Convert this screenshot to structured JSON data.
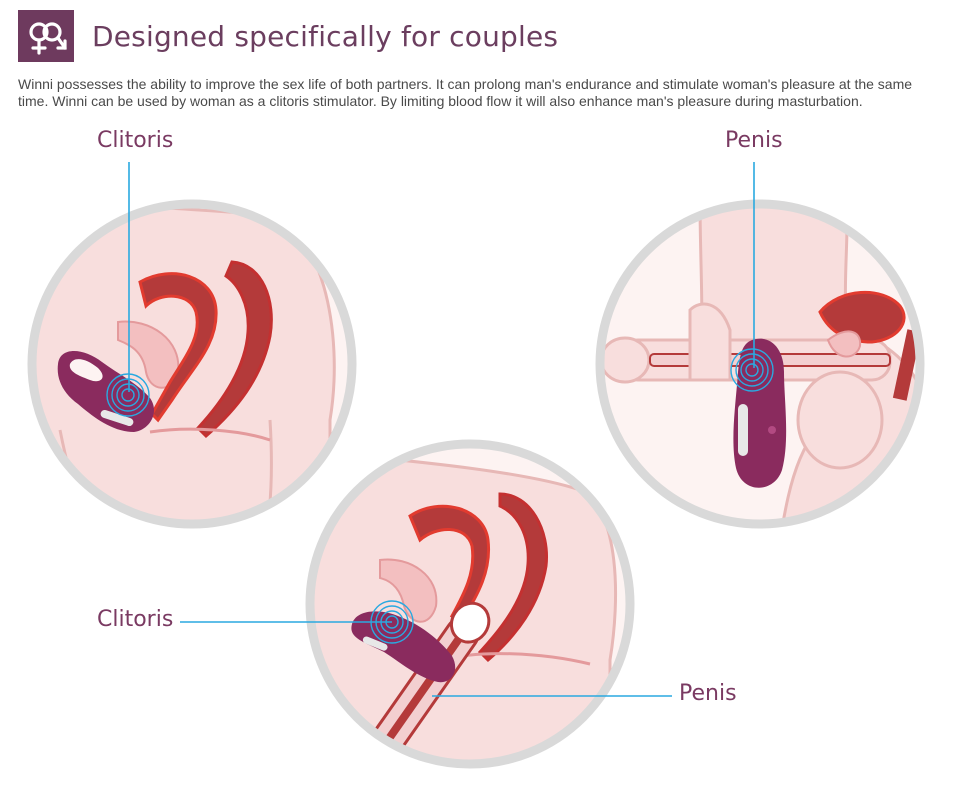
{
  "header": {
    "icon": "venus-mars-icon",
    "title": "Designed specifically for couples",
    "description": "Winni possesses the ability to improve the sex life of both partners. It can prolong man's endurance and stimulate woman's pleasure at the same time. Winni can be used by woman as a clitoris stimulator. By limiting blood flow it will also enhance man's pleasure during masturbation."
  },
  "labels": {
    "clitoris_top": "Clitoris",
    "penis_top": "Penis",
    "clitoris_bottom": "Clitoris",
    "penis_bottom": "Penis"
  },
  "colors": {
    "accent": "#6e3a5e",
    "title": "#6b3e5f",
    "callout_line": "#2aa9e0",
    "device": "#8a2b5e",
    "tissue": "#b43a3a",
    "skin": "#f8dedd",
    "frame": "#d9d9d9"
  }
}
